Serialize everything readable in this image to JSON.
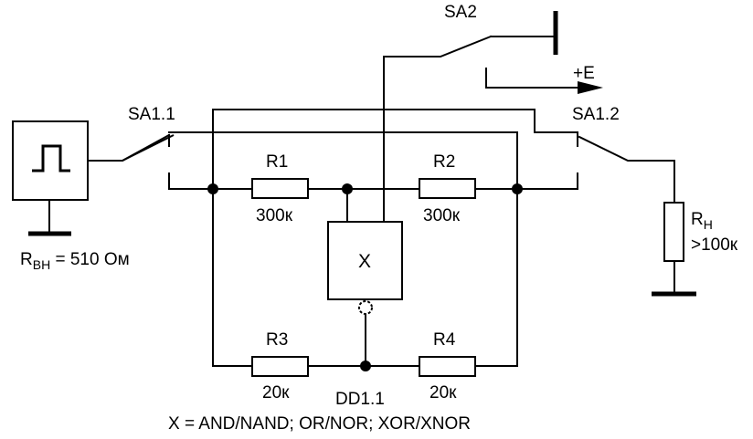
{
  "diagram": {
    "switches": {
      "sa1_1": "SA1.1",
      "sa1_2": "SA1.2",
      "sa2": "SA2"
    },
    "supply": {
      "label": "+E"
    },
    "resistors": {
      "r1": {
        "name": "R1",
        "value": "300к"
      },
      "r2": {
        "name": "R2",
        "value": "300к"
      },
      "r3": {
        "name": "R3",
        "value": "20к"
      },
      "r4": {
        "name": "R4",
        "value": "20к"
      }
    },
    "gate": {
      "symbol": "X",
      "designator": "DD1.1"
    },
    "source": {
      "r_main": "R",
      "r_sub": "ВН",
      "r_value": " = 510 Ом"
    },
    "load": {
      "r_main": "R",
      "r_sub": "Н",
      "r_value": ">100к"
    },
    "caption": "X = AND/NAND; OR/NOR; XOR/XNOR"
  }
}
